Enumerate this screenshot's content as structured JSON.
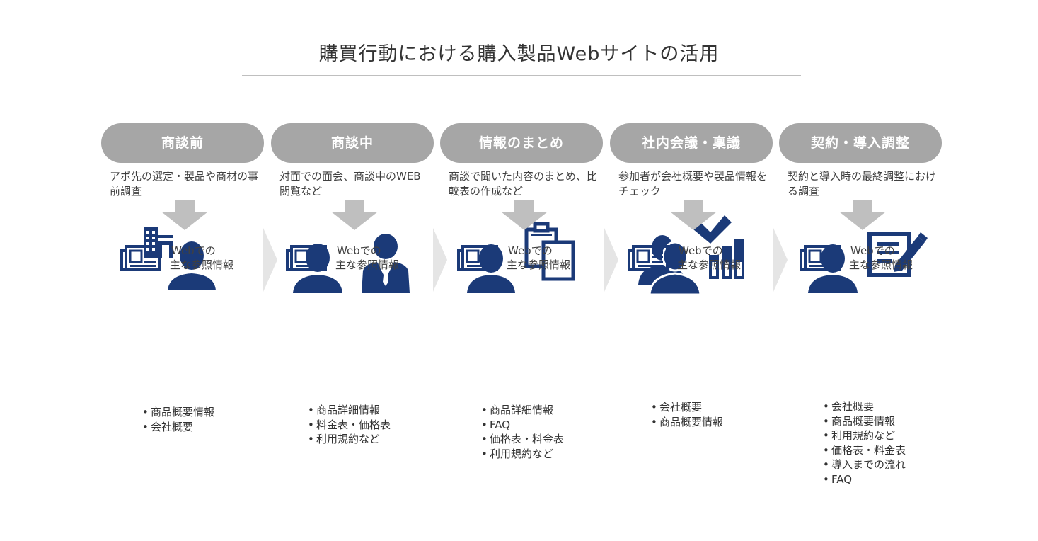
{
  "title": "購買行動における購入製品Webサイトの活用",
  "stages": [
    {
      "label": "商談前",
      "description": "アポ先の選定・製品や商材の事前調査",
      "icon": "building-and-person-icon",
      "reference_label": [
        "Webでの",
        "主な参照情報"
      ],
      "items": [
        "商品概要情報",
        "会社概要"
      ]
    },
    {
      "label": "商談中",
      "description": "対面での面会、商談中のWEB閲覧など",
      "icon": "person-and-businessman-icon",
      "reference_label": [
        "Webでの",
        "主な参照情報"
      ],
      "items": [
        "商品詳細情報",
        "料金表・価格表",
        "利用規約など"
      ]
    },
    {
      "label": "情報のまとめ",
      "description": "商談で聞いた内容のまとめ、比較表の作成など",
      "icon": "person-and-clipboard-icon",
      "reference_label": [
        "Webでの",
        "主な参照情報"
      ],
      "items": [
        "商品詳細情報",
        "FAQ",
        "価格表・料金表",
        "利用規約など"
      ]
    },
    {
      "label": "社内会議・稟議",
      "description": "参加者が会社概要や製品情報をチェック",
      "icon": "group-check-chart-icon",
      "reference_label": [
        "Webでの",
        "主な参照情報"
      ],
      "items": [
        "会社概要",
        "商品概要情報"
      ]
    },
    {
      "label": "契約・導入調整",
      "description": "契約と導入時の最終調整における調査",
      "icon": "person-and-document-pen-icon",
      "reference_label": [
        "Webでの",
        "主な参照情報"
      ],
      "items": [
        "会社概要",
        "商品概要情報",
        "利用規約など",
        "価格表・料金表",
        "導入までの流れ",
        "FAQ"
      ]
    }
  ],
  "colors": {
    "pill": "#a6a6a6",
    "icon": "#1b3a78",
    "arrow": "#bfbfbf",
    "chevron": "#e5e5e5",
    "rule": "#bfbfbf"
  }
}
